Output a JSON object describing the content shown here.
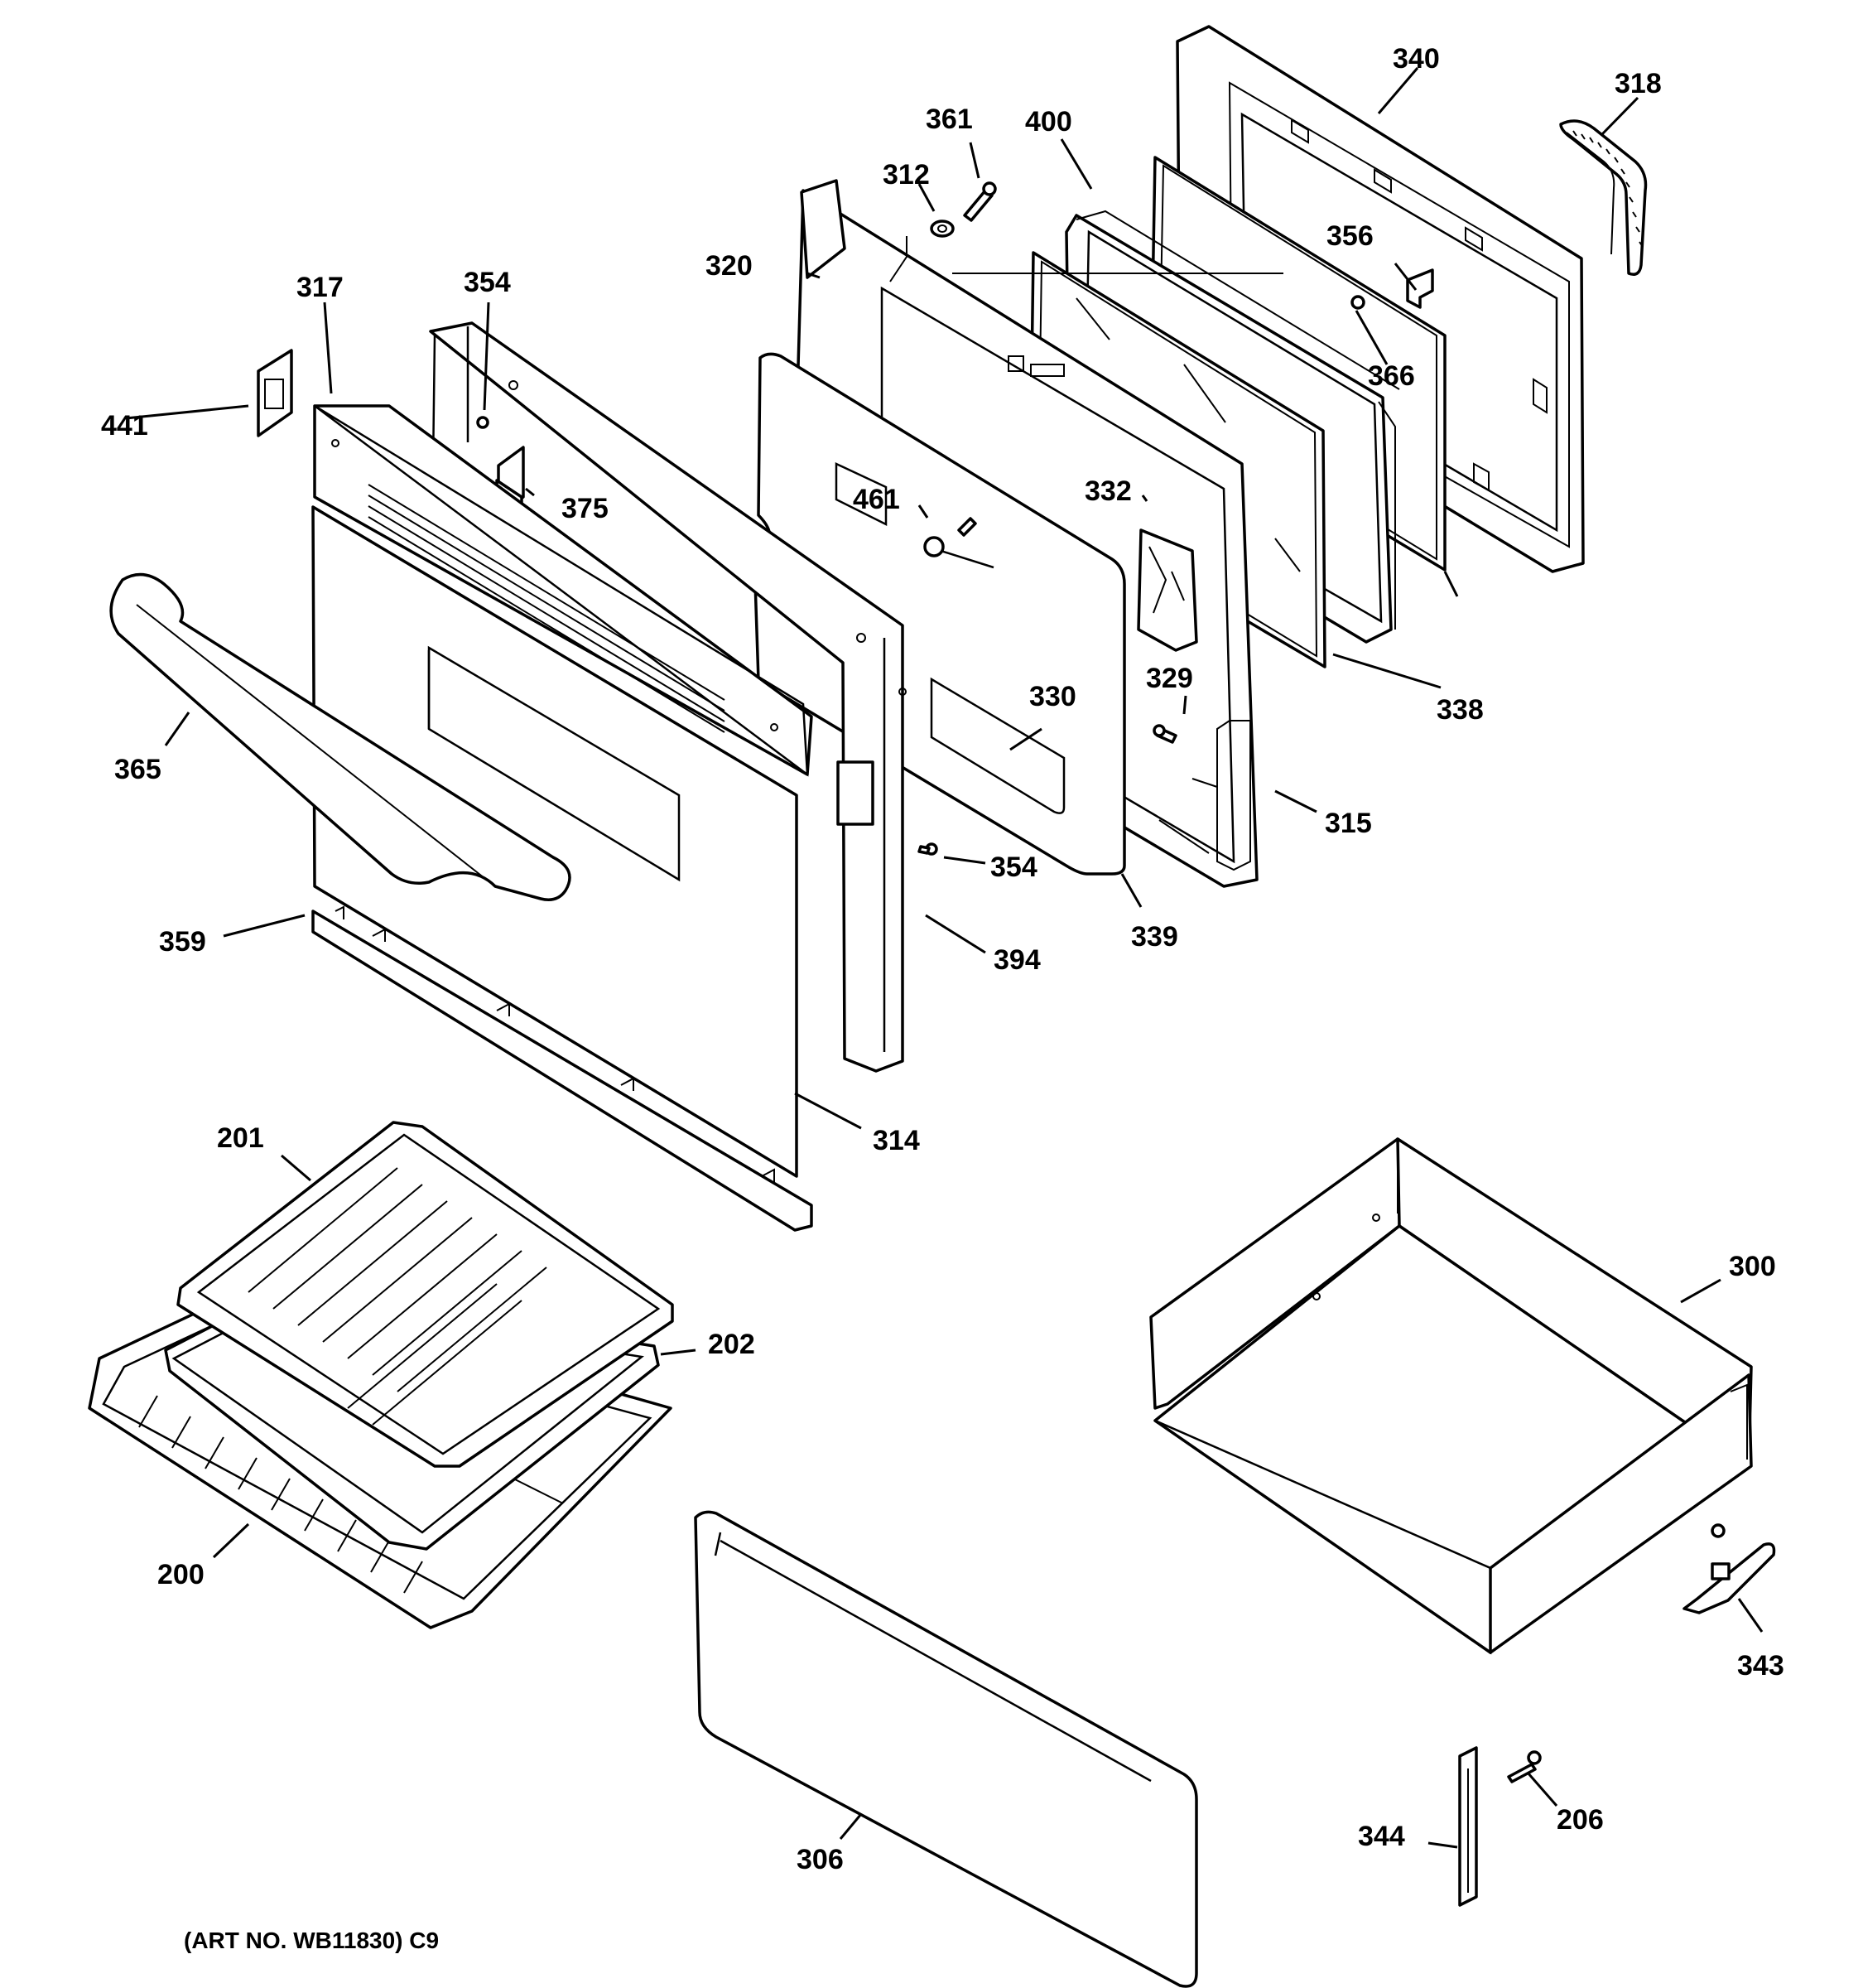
{
  "diagram": {
    "art_number": "(ART NO. WB11830) C9",
    "callouts": {
      "c200": "200",
      "c201": "201",
      "c202": "202",
      "c206": "206",
      "c300": "300",
      "c306": "306",
      "c312": "312",
      "c314": "314",
      "c315": "315",
      "c317": "317",
      "c318": "318",
      "c320": "320",
      "c329": "329",
      "c330": "330",
      "c332": "332",
      "c338": "338",
      "c339": "339",
      "c340": "340",
      "c343": "343",
      "c344": "344",
      "c354a": "354",
      "c354b": "354",
      "c356": "356",
      "c359": "359",
      "c361": "361",
      "c365": "365",
      "c366": "366",
      "c375": "375",
      "c394": "394",
      "c400": "400",
      "c441": "441",
      "c461": "461"
    }
  }
}
